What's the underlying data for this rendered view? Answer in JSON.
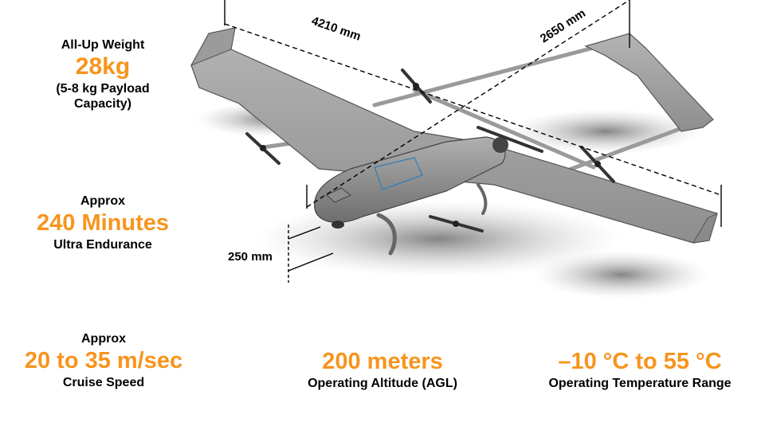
{
  "specs": {
    "weight": {
      "caption": "All-Up Weight",
      "value": "28kg",
      "note_line1": "(5-8 kg Payload",
      "note_line2": "Capacity)"
    },
    "endurance": {
      "caption": "Approx",
      "value": "240 Minutes",
      "note": "Ultra Endurance"
    },
    "speed": {
      "caption": "Approx",
      "value": "20 to 35 m/sec",
      "note": "Cruise Speed"
    },
    "altitude": {
      "value": "200 meters",
      "note": "Operating Altitude (AGL)"
    },
    "temperature": {
      "value": "–10 °C to 55 °C",
      "note": "Operating Temperature Range"
    }
  },
  "dimensions": {
    "wingspan": "4210 mm",
    "length": "2650 mm",
    "height": "250 mm"
  },
  "colors": {
    "accent": "#f7941d",
    "text": "#000000",
    "airframe": "#a9a9a9"
  }
}
